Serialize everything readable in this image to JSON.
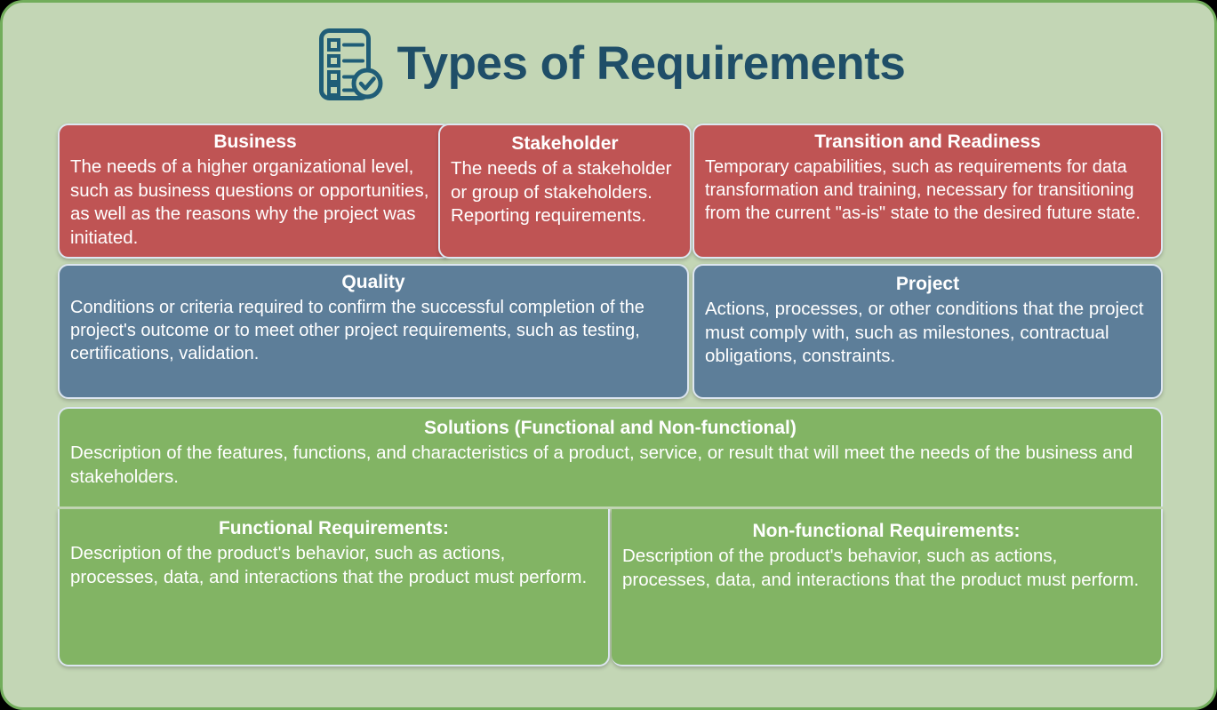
{
  "page": {
    "background_color": "#c3d6b5",
    "border_color": "#72ad5b",
    "outer_color": "#000000"
  },
  "header": {
    "title": "Types of Requirements",
    "title_color": "#1f4e68",
    "icon": "checklist-clipboard-check-icon"
  },
  "colors": {
    "red": "#bf5454",
    "blue": "#5d7e99",
    "green": "#82b464",
    "card_border": "#dde6f0",
    "card_text": "#ffffff"
  },
  "rows": [
    {
      "name": "red-row",
      "color": "#bf5454",
      "cards": [
        {
          "id": "business",
          "title": "Business",
          "body": "The needs of a higher organizational level, such as business questions or opportunities, as well as the reasons why the project was initiated."
        },
        {
          "id": "stakeholder",
          "title": "Stakeholder",
          "body": "The needs of a stakeholder or group of stakeholders. Reporting requirements."
        },
        {
          "id": "transition",
          "title": "Transition and Readiness",
          "body": "Temporary capabilities, such as requirements for data transformation and training, necessary for transitioning from the current \"as-is\" state to the desired future state."
        }
      ]
    },
    {
      "name": "blue-row",
      "color": "#5d7e99",
      "cards": [
        {
          "id": "quality",
          "title": "Quality",
          "body": "Conditions or criteria required to confirm the successful completion of the project's outcome or to meet other project requirements, such as testing, certifications, validation."
        },
        {
          "id": "project",
          "title": "Project",
          "body": "Actions, processes, or other conditions that the project must comply with, such as milestones, contractual obligations, constraints."
        }
      ]
    },
    {
      "name": "green-row",
      "color": "#82b464",
      "cards": [
        {
          "id": "solutions",
          "title": "Solutions (Functional and Non-functional)",
          "body": "Description of the features, functions, and characteristics of a product, service, or result that will meet the needs of the business and stakeholders."
        },
        {
          "id": "functional",
          "title": "Functional Requirements:",
          "body": "Description of the product's behavior, such as actions, processes, data, and interactions that the product must perform."
        },
        {
          "id": "nonfunctional",
          "title": "Non-functional Requirements:",
          "body": "Description of the product's behavior, such as actions, processes, data, and interactions that the product must perform."
        }
      ]
    }
  ]
}
